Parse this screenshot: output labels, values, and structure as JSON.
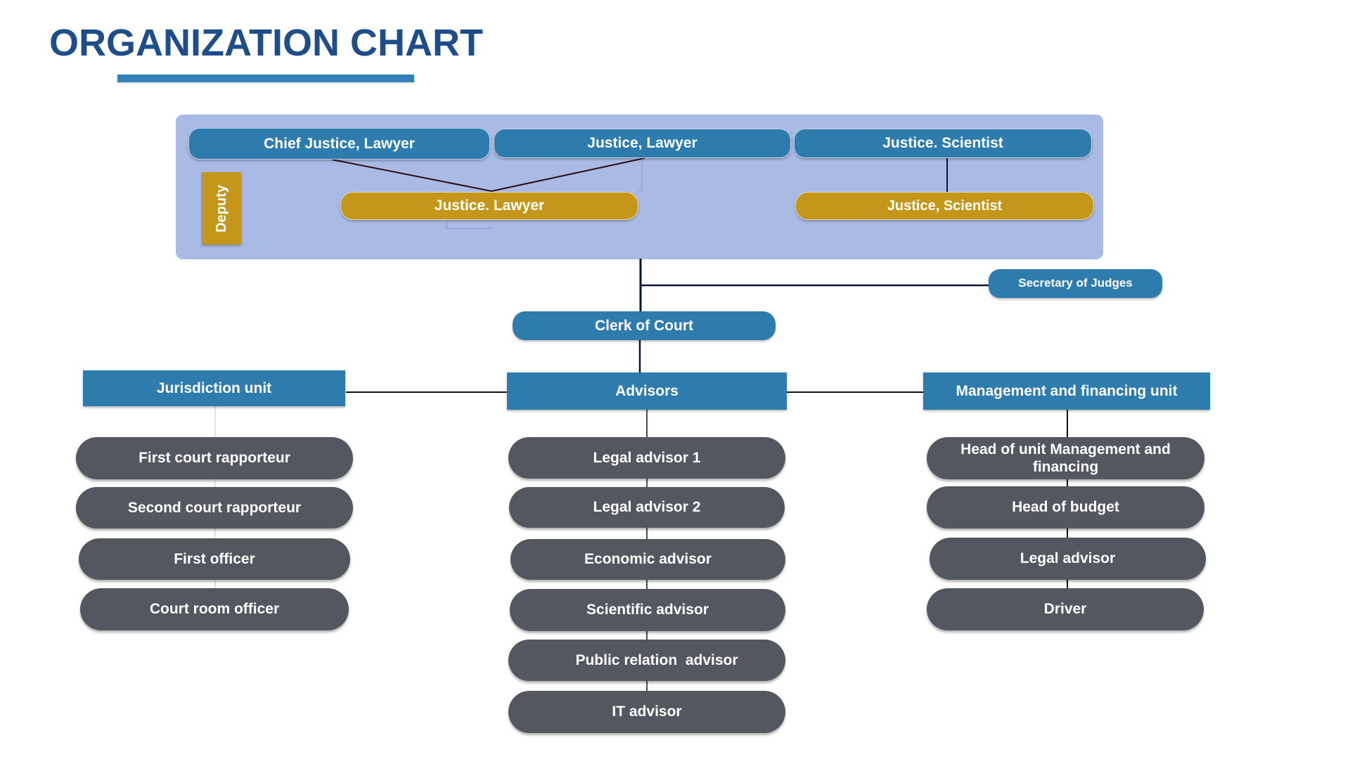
{
  "title": "ORGANIZATION CHART",
  "colors": {
    "title": "#1e4e8a",
    "blue": "#2e7bae",
    "gold": "#c4961a",
    "panel": "#a9bae4",
    "gray": "#535760",
    "line": "#0a1530"
  },
  "judges_panel": {
    "top_row": [
      "Chief Justice, Lawyer",
      "Justice, Lawyer",
      "Justice. Scientist"
    ],
    "deputy_label": "Deputy",
    "deputies": [
      "Justice. Lawyer",
      "Justice, Scientist"
    ]
  },
  "secretary": "Secretary of Judges",
  "clerk": "Clerk of Court",
  "units": [
    {
      "name": "Jurisdiction unit",
      "members": [
        "First court rapporteur",
        "Second court rapporteur",
        "First officer",
        "Court room officer"
      ]
    },
    {
      "name": "Advisors",
      "members": [
        "Legal advisor 1",
        "Legal advisor 2",
        "Economic advisor",
        "Scientific advisor",
        "Public relation  advisor",
        "IT advisor"
      ]
    },
    {
      "name": "Management and financing unit",
      "members": [
        "Head of unit Management and financing",
        "Head of budget",
        "Legal advisor",
        "Driver"
      ]
    }
  ]
}
